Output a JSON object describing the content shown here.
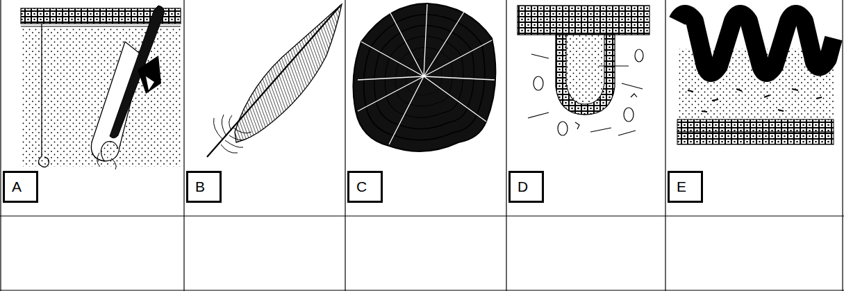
{
  "diagram": {
    "nodes": [
      {
        "text": [
          "A"
        ]
      },
      {
        "text": [
          "B"
        ]
      },
      {
        "text": [
          "C"
        ]
      },
      {
        "text": [
          "D"
        ]
      },
      {
        "text": [
          "E"
        ]
      }
    ]
  }
}
